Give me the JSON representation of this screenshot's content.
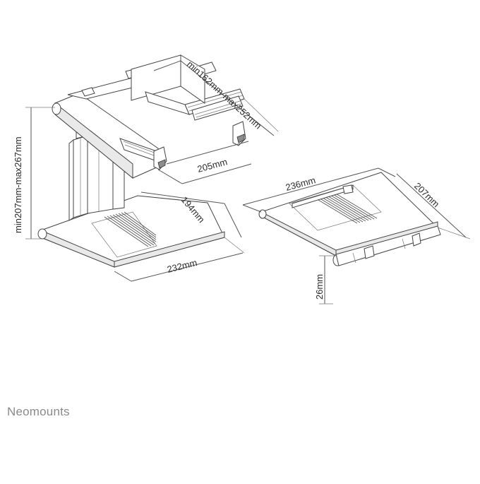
{
  "brand": {
    "name": "Neomounts"
  },
  "views": {
    "raised": {
      "dims": {
        "height": "min207mm-max267mm",
        "depth_adjust": "min162mm-max252mm",
        "tray_width": "205mm",
        "base_depth": "194mm",
        "base_width": "232mm"
      }
    },
    "folded": {
      "dims": {
        "width": "236mm",
        "depth": "207mm",
        "height": "26mm"
      }
    }
  }
}
